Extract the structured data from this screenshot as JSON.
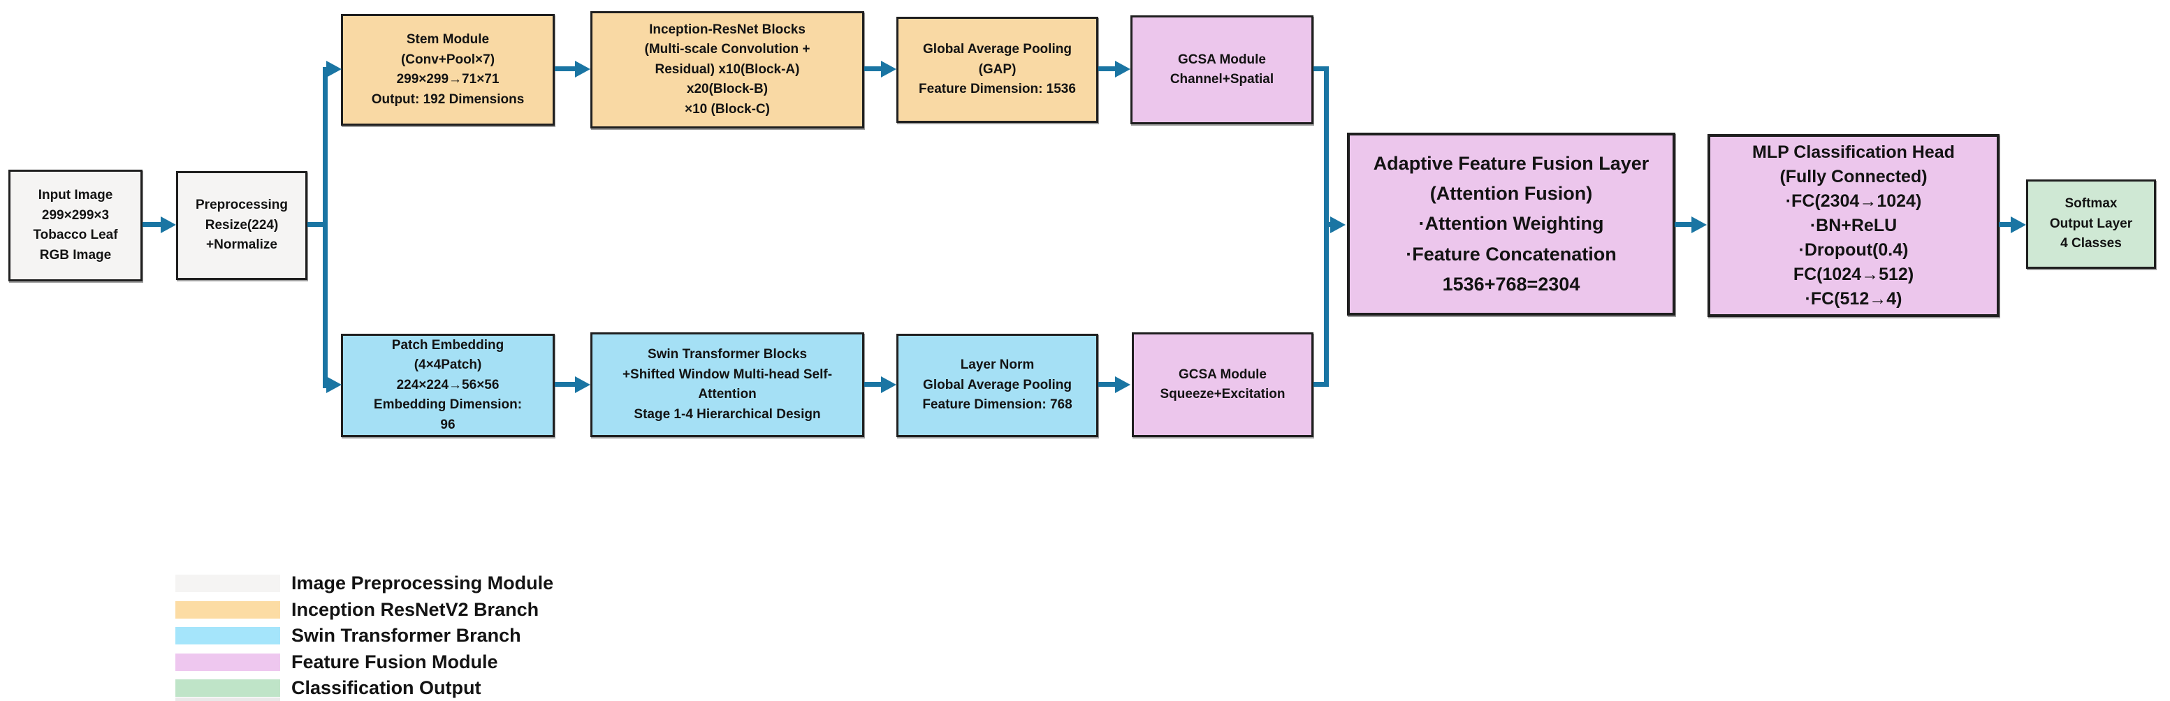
{
  "colors": {
    "background": "#ffffff",
    "module_gray": "#f5f4f3",
    "branch_inception": "#f9d9a4",
    "branch_swin": "#a5e0f5",
    "fusion_pink": "#ecc6ec",
    "output_green": "#cfe8d4",
    "arrow_teal": "#1a75a3",
    "border_dark": "#1f1f1f",
    "text_black": "#131313"
  },
  "nodes": {
    "input_image": {
      "lines": [
        "Input Image",
        "299×299×3",
        "Tobacco Leaf",
        "RGB Image"
      ]
    },
    "preprocessing": {
      "lines": [
        "Preprocessing",
        "Resize(224)",
        "+Normalize"
      ]
    },
    "stem_module": {
      "lines": [
        "Stem Module",
        "(Conv+Pool×7)",
        "299×299→71×71",
        "Output: 192 Dimensions"
      ]
    },
    "inception_resnet_blocks": {
      "lines": [
        "Inception-ResNet Blocks",
        "(Multi-scale Convolution +",
        "Residual)  x10(Block-A)",
        "x20(Block-B)",
        "×10 (Block-C)"
      ]
    },
    "global_average_pooling": {
      "lines": [
        "Global Average Pooling",
        "(GAP)",
        "Feature Dimension: 1536"
      ]
    },
    "gcsa_channel_spatial": {
      "lines": [
        "GCSA Module",
        "Channel+Spatial"
      ]
    },
    "patch_embedding": {
      "lines": [
        "Patch Embedding",
        "(4×4Patch)",
        "224×224→56×56",
        "Embedding Dimension:",
        "96"
      ]
    },
    "swin_transformer_blocks": {
      "lines": [
        "Swin Transformer Blocks",
        "+Shifted Window Multi-head Self-",
        "Attention",
        "Stage 1-4 Hierarchical Design"
      ]
    },
    "layer_norm": {
      "lines": [
        "Layer Norm",
        "Global Average Pooling",
        "Feature Dimension:  768"
      ]
    },
    "gcsa_squeeze_excitation": {
      "lines": [
        "GCSA Module",
        "Squeeze+Excitation"
      ]
    },
    "adaptive_feature_fusion": {
      "lines": [
        "Adaptive Feature Fusion Layer",
        "(Attention Fusion)",
        "·Attention Weighting",
        "·Feature Concatenation",
        "1536+768=2304"
      ]
    },
    "mlp_classification_head": {
      "lines": [
        "MLP Classification Head",
        "(Fully Connected)",
        "·FC(2304→1024)",
        "·BN+ReLU",
        "·Dropout(0.4)",
        "FC(1024→512)",
        "·FC(512→4)"
      ]
    },
    "softmax_output": {
      "lines": [
        "Softmax",
        "Output Layer",
        "4 Classes"
      ]
    }
  },
  "legend": {
    "items": [
      {
        "label": "Image Preprocessing Module",
        "color": "#f5f4f3"
      },
      {
        "label": "Inception ResNetV2 Branch",
        "color": "#fcdca4"
      },
      {
        "label": "Swin Transformer Branch",
        "color": "#a5e5fb"
      },
      {
        "label": "Feature Fusion Module",
        "color": "#eec7ef"
      },
      {
        "label": "Classification Output",
        "color": "#bfe4c8"
      }
    ]
  }
}
